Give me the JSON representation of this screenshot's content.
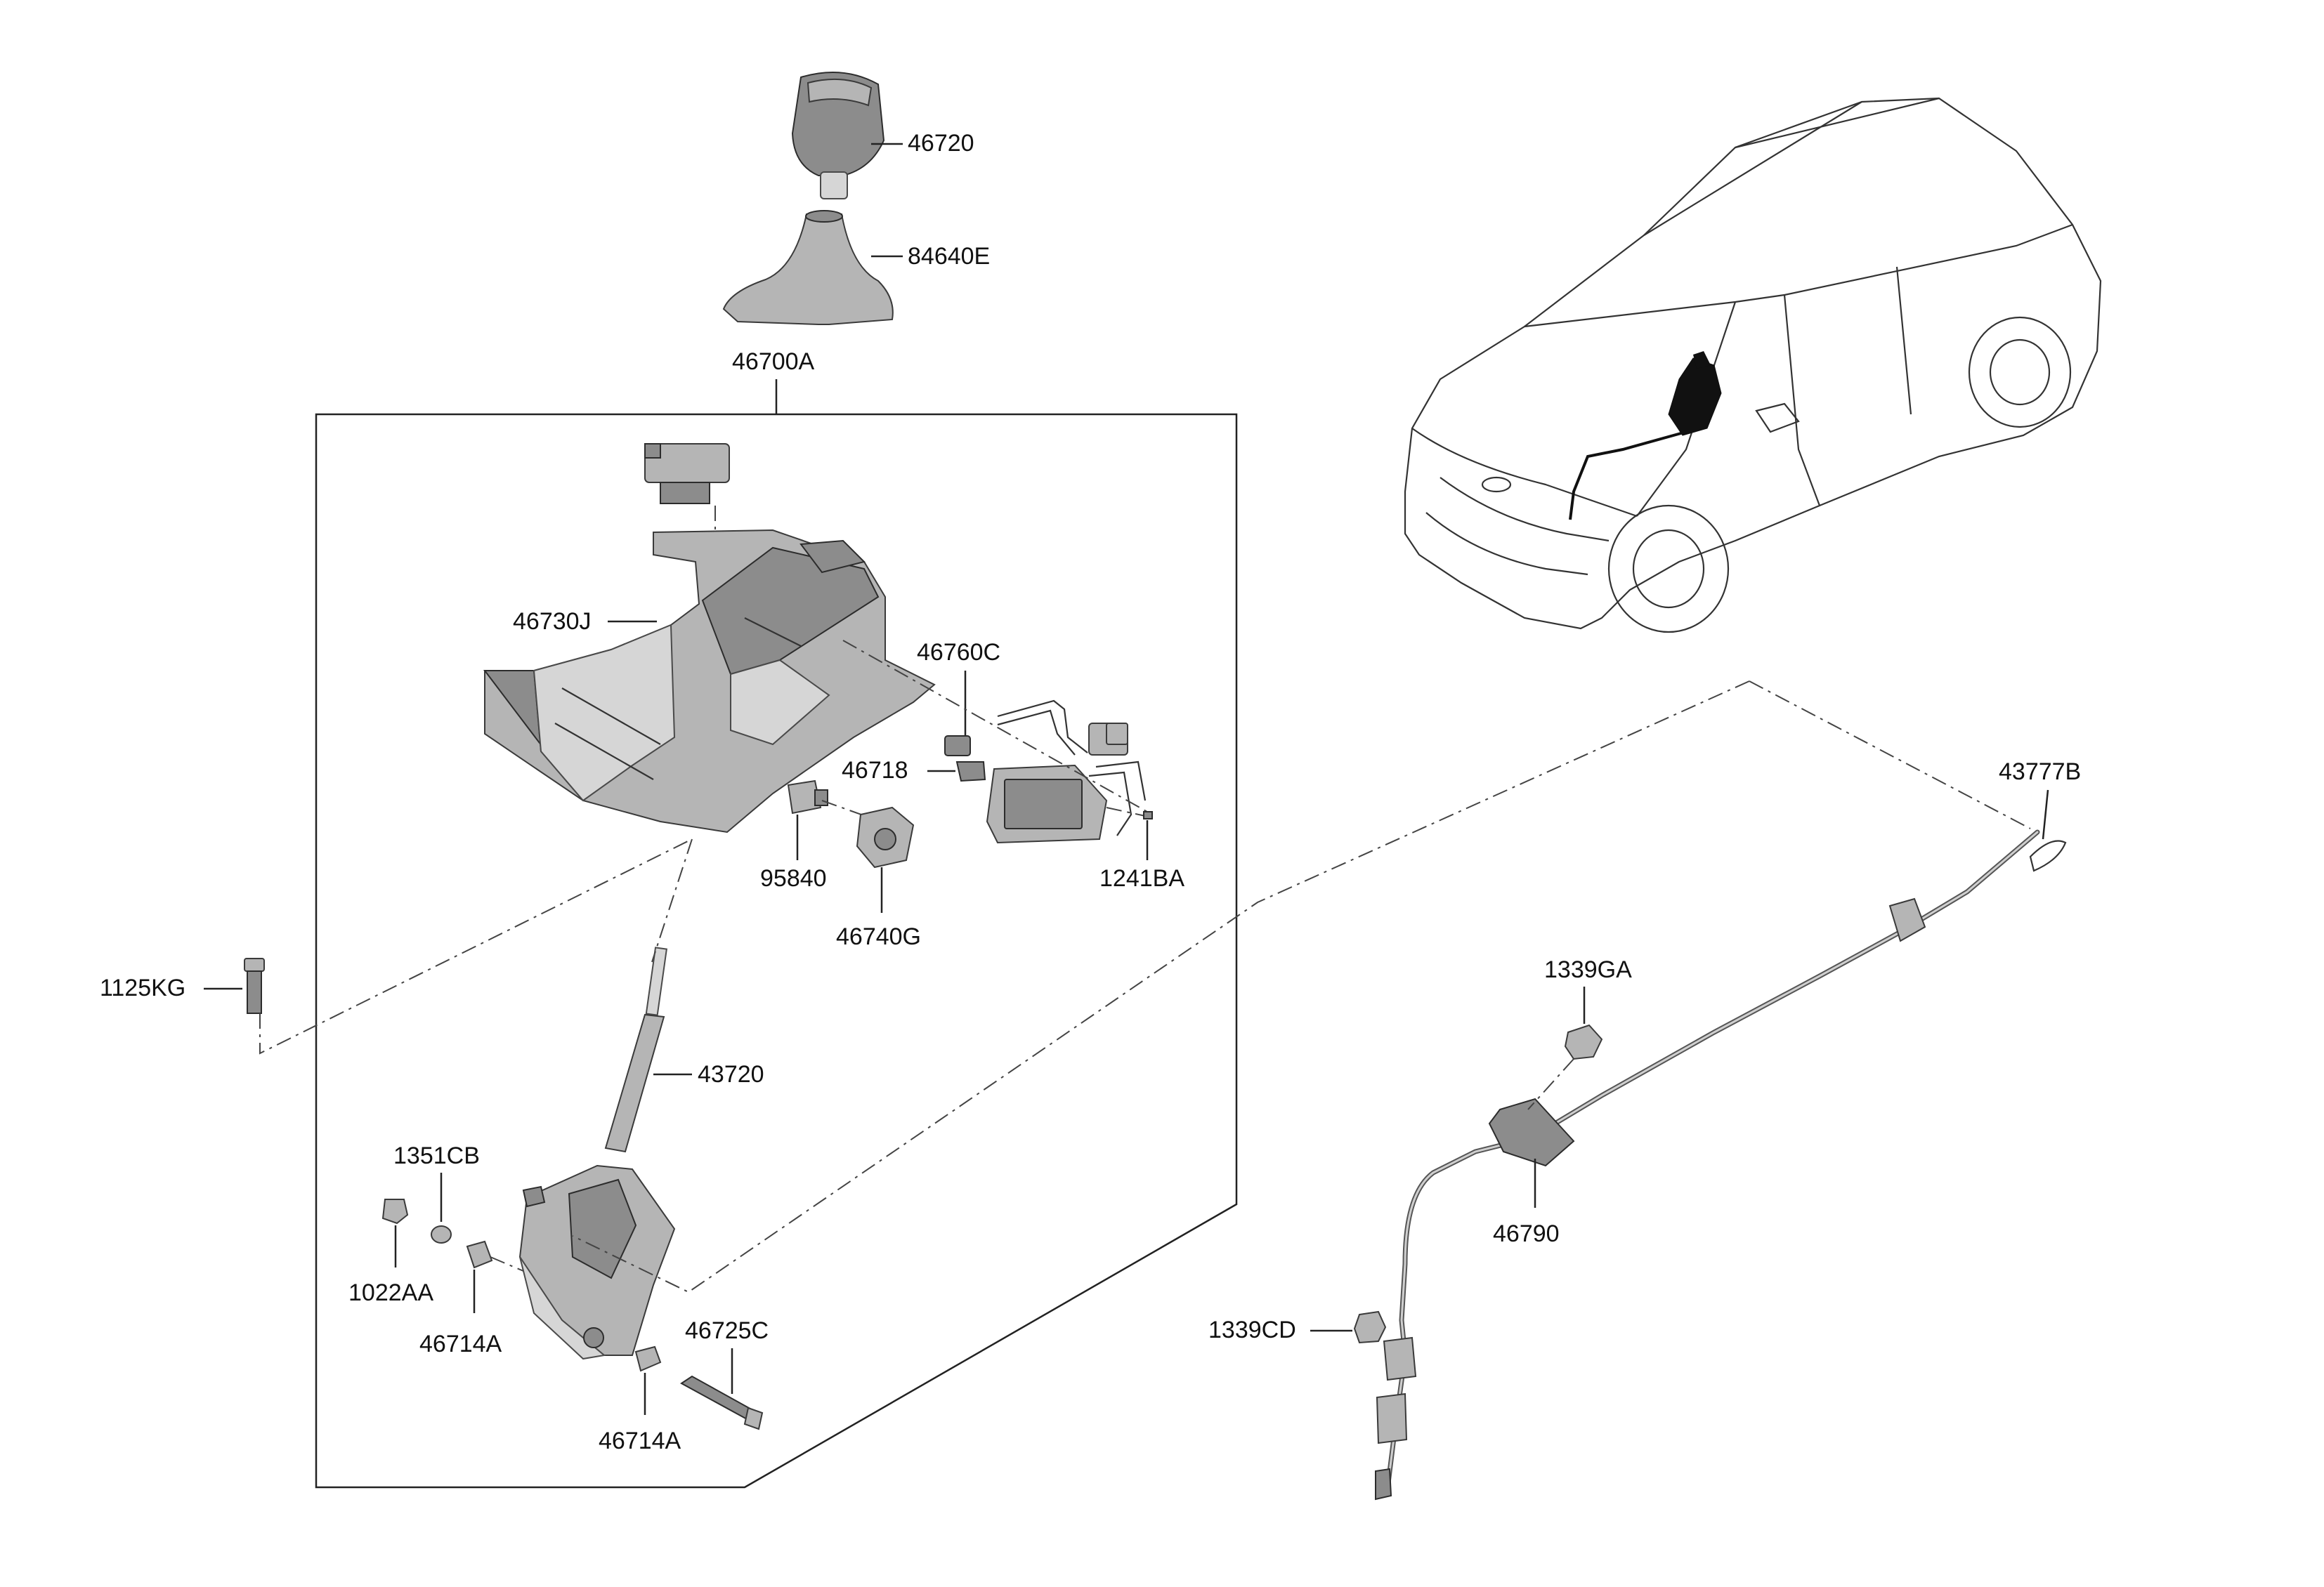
{
  "colors": {
    "background": "#ffffff",
    "line": "#222222",
    "part_fill": "#b5b5b5",
    "part_dark": "#8c8c8c",
    "text": "#111111"
  },
  "labels": {
    "knob": "46720",
    "boot": "84640E",
    "assembly": "46700A",
    "housing": "46730J",
    "indicator": "46760C",
    "p46718": "46718",
    "p95840": "95840",
    "p46740g": "46740G",
    "p1241ba": "1241BA",
    "bolt": "1125KG",
    "lever": "43720",
    "p1351cb": "1351CB",
    "p1022aa": "1022AA",
    "p46714a_upper": "46714A",
    "p46725c": "46725C",
    "p46714a_lower": "46714A",
    "clip": "43777B",
    "nut_upper": "1339GA",
    "cable": "46790",
    "nut_lower": "1339CD"
  }
}
